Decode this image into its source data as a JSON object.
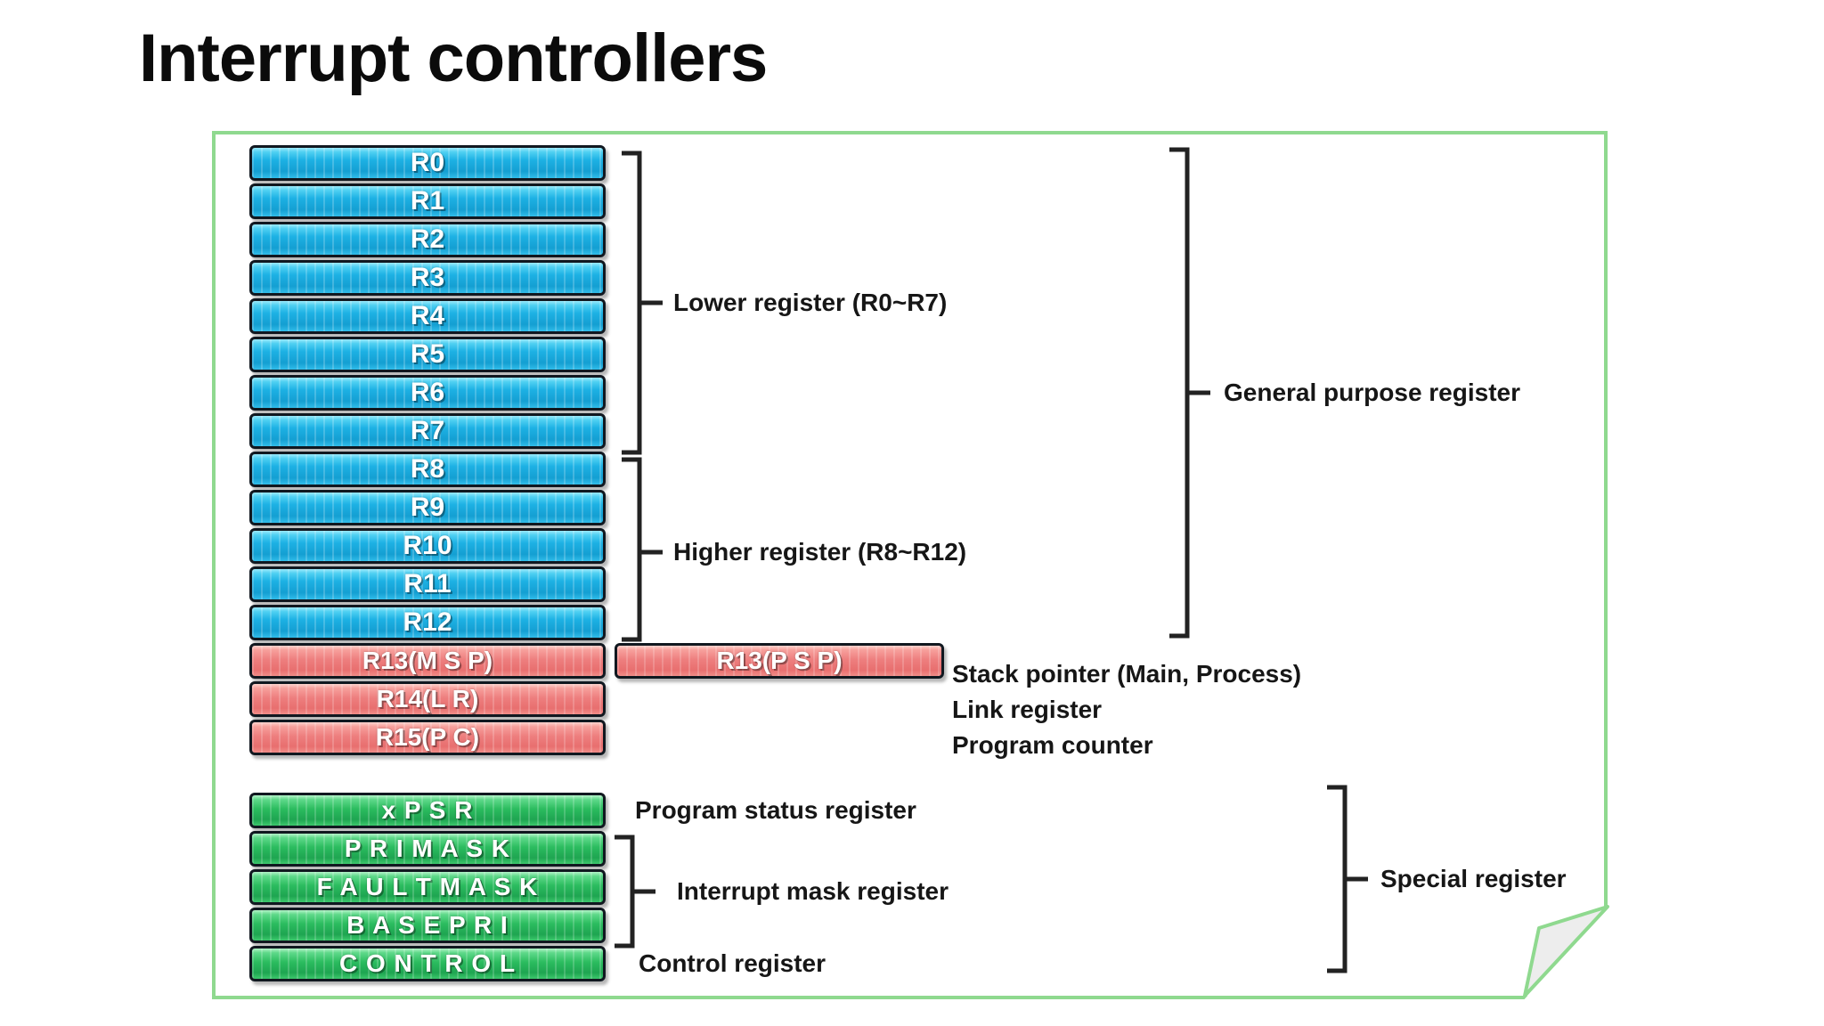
{
  "title": "Interrupt controllers",
  "registers": {
    "blue": [
      "R0",
      "R1",
      "R2",
      "R3",
      "R4",
      "R5",
      "R6",
      "R7",
      "R8",
      "R9",
      "R10",
      "R11",
      "R12"
    ],
    "red_left": [
      "R13(M S P)",
      "R14(L R)",
      "R15(P C)"
    ],
    "red_right": "R13(P S P)",
    "green": [
      "x P S R",
      "P R I M A S K",
      "F A U L T M A S K",
      "B A S E P R I",
      "C O N T R O L"
    ]
  },
  "labels": {
    "lower": "Lower register (R0~R7)",
    "higher": "Higher register (R8~R12)",
    "general": "General purpose register",
    "stack_pointer": "Stack pointer (Main, Process)",
    "link_register": "Link register",
    "program_counter": "Program counter",
    "program_status": "Program status register",
    "interrupt_mask": "Interrupt mask register",
    "control": "Control register",
    "special": "Special register"
  },
  "colors": {
    "blue_register": "#1db1e4",
    "red_register": "#ee7f7f",
    "green_register": "#2bbc5f",
    "box_border": "#111820",
    "panel_border": "#8fd98f",
    "register_text": "#ffffff",
    "label_text": "#161616",
    "bracket": "#222222",
    "fold_fill": "#ededed"
  }
}
